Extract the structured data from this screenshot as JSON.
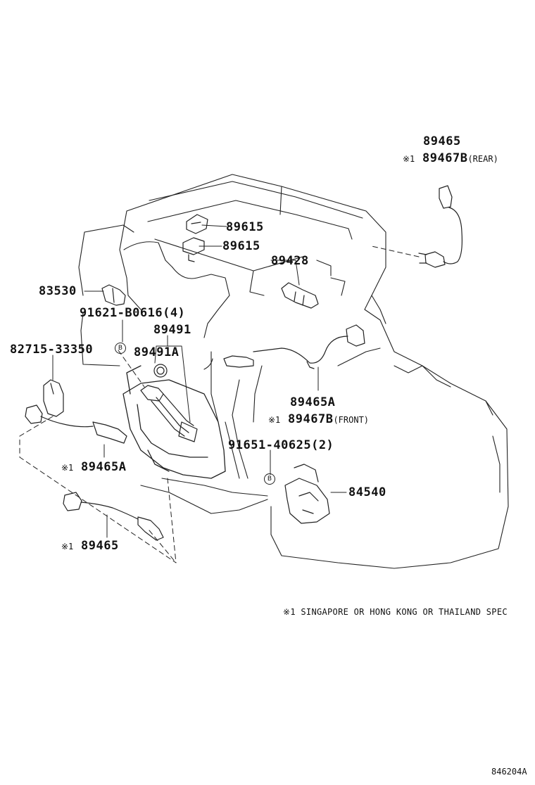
{
  "labels": {
    "p89465_top": "89465",
    "p89467B_rear_mark": "※1",
    "p89467B_rear": "89467B",
    "rear_note": "(REAR)",
    "p89615_a": "89615",
    "p89615_b": "89615",
    "p89428": "89428",
    "p83530": "83530",
    "p91621": "91621-B0616(4)",
    "p89491": "89491",
    "p89491A": "89491A",
    "p82715": "82715-33350",
    "p89465A_mid": "89465A",
    "p89467B_front_mark": "※1",
    "p89467B_front": "89467B",
    "front_note": "(FRONT)",
    "p91651": "91651-40625(2)",
    "p84540": "84540",
    "p89465A_left_mark": "※1",
    "p89465A_left": "89465A",
    "p89465_left_mark": "※1",
    "p89465_left": "89465",
    "bolt_mark_1": "B",
    "bolt_mark_2": "B"
  },
  "footnote": "※1 SINGAPORE OR HONG KONG OR THAILAND SPEC",
  "figure_code": "846204A"
}
